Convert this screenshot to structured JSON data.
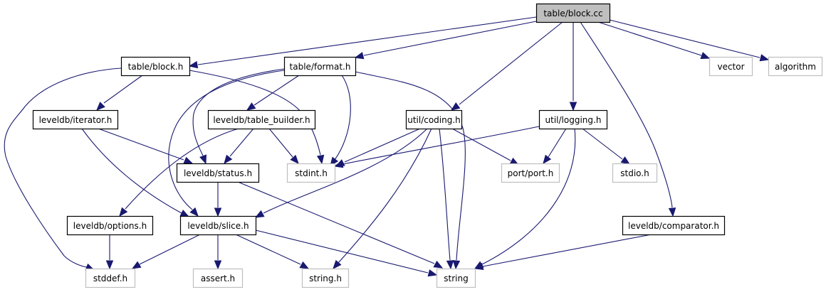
{
  "title": "table/block.cc include dependency graph",
  "colors": {
    "edge": "#191970",
    "root_fill": "#bfbfbf",
    "local_border": "#000000",
    "system_border": "#bfbfbf"
  },
  "nodes": [
    {
      "id": "block_cc",
      "label": "table/block.cc",
      "kind": "root"
    },
    {
      "id": "block_h",
      "label": "table/block.h",
      "kind": "local"
    },
    {
      "id": "format_h",
      "label": "table/format.h",
      "kind": "local"
    },
    {
      "id": "vector",
      "label": "vector",
      "kind": "system"
    },
    {
      "id": "algorithm",
      "label": "algorithm",
      "kind": "system"
    },
    {
      "id": "iterator_h",
      "label": "leveldb/iterator.h",
      "kind": "local"
    },
    {
      "id": "table_builder_h",
      "label": "leveldb/table_builder.h",
      "kind": "local"
    },
    {
      "id": "coding_h",
      "label": "util/coding.h",
      "kind": "local"
    },
    {
      "id": "logging_h",
      "label": "util/logging.h",
      "kind": "local"
    },
    {
      "id": "status_h",
      "label": "leveldb/status.h",
      "kind": "local"
    },
    {
      "id": "stdint_h",
      "label": "stdint.h",
      "kind": "system"
    },
    {
      "id": "port_h",
      "label": "port/port.h",
      "kind": "system"
    },
    {
      "id": "stdio_h",
      "label": "stdio.h",
      "kind": "system"
    },
    {
      "id": "options_h",
      "label": "leveldb/options.h",
      "kind": "local"
    },
    {
      "id": "slice_h",
      "label": "leveldb/slice.h",
      "kind": "local"
    },
    {
      "id": "comparator_h",
      "label": "leveldb/comparator.h",
      "kind": "local"
    },
    {
      "id": "stddef_h",
      "label": "stddef.h",
      "kind": "system"
    },
    {
      "id": "assert_h",
      "label": "assert.h",
      "kind": "system"
    },
    {
      "id": "string_h",
      "label": "string.h",
      "kind": "system"
    },
    {
      "id": "string",
      "label": "string",
      "kind": "system"
    }
  ],
  "edges": [
    {
      "from": "block_cc",
      "to": "block_h"
    },
    {
      "from": "block_cc",
      "to": "format_h"
    },
    {
      "from": "block_cc",
      "to": "coding_h"
    },
    {
      "from": "block_cc",
      "to": "logging_h"
    },
    {
      "from": "block_cc",
      "to": "comparator_h"
    },
    {
      "from": "block_cc",
      "to": "vector"
    },
    {
      "from": "block_cc",
      "to": "algorithm"
    },
    {
      "from": "block_h",
      "to": "iterator_h"
    },
    {
      "from": "block_h",
      "to": "stddef_h"
    },
    {
      "from": "block_h",
      "to": "stdint_h"
    },
    {
      "from": "format_h",
      "to": "table_builder_h"
    },
    {
      "from": "format_h",
      "to": "status_h"
    },
    {
      "from": "format_h",
      "to": "slice_h"
    },
    {
      "from": "format_h",
      "to": "stdint_h"
    },
    {
      "from": "format_h",
      "to": "string"
    },
    {
      "from": "iterator_h",
      "to": "status_h"
    },
    {
      "from": "iterator_h",
      "to": "slice_h"
    },
    {
      "from": "table_builder_h",
      "to": "options_h"
    },
    {
      "from": "table_builder_h",
      "to": "status_h"
    },
    {
      "from": "table_builder_h",
      "to": "stdint_h"
    },
    {
      "from": "coding_h",
      "to": "stdint_h"
    },
    {
      "from": "coding_h",
      "to": "slice_h"
    },
    {
      "from": "coding_h",
      "to": "port_h"
    },
    {
      "from": "coding_h",
      "to": "string_h"
    },
    {
      "from": "coding_h",
      "to": "string"
    },
    {
      "from": "logging_h",
      "to": "stdint_h"
    },
    {
      "from": "logging_h",
      "to": "port_h"
    },
    {
      "from": "logging_h",
      "to": "stdio_h"
    },
    {
      "from": "logging_h",
      "to": "string"
    },
    {
      "from": "status_h",
      "to": "slice_h"
    },
    {
      "from": "status_h",
      "to": "string"
    },
    {
      "from": "options_h",
      "to": "stddef_h"
    },
    {
      "from": "slice_h",
      "to": "stddef_h"
    },
    {
      "from": "slice_h",
      "to": "assert_h"
    },
    {
      "from": "slice_h",
      "to": "string_h"
    },
    {
      "from": "slice_h",
      "to": "string"
    },
    {
      "from": "comparator_h",
      "to": "string"
    }
  ]
}
